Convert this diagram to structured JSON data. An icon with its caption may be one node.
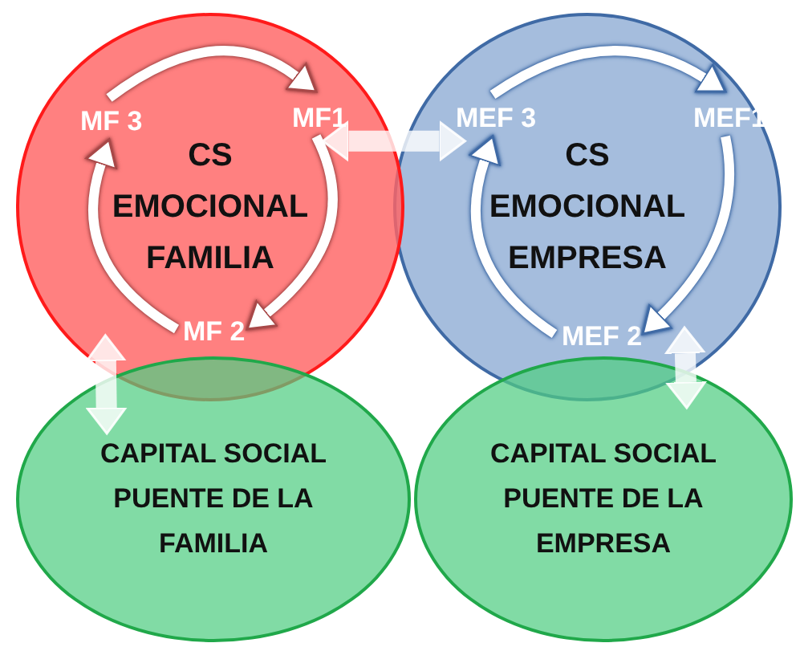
{
  "diagram": {
    "nodes": [
      {
        "text": [
          "CS EMOCIONAL FAMILIA"
        ]
      },
      {
        "text": [
          "MF 3"
        ],
        "in": 0
      },
      {
        "text": [
          "MF1"
        ],
        "in": 0
      },
      {
        "text": [
          "MF 2"
        ],
        "in": 0
      },
      {
        "text": [
          "CS EMOCIONAL EMPRESA"
        ]
      },
      {
        "text": [
          "MEF 3"
        ],
        "in": 4
      },
      {
        "text": [
          "MEF1"
        ],
        "in": 4
      },
      {
        "text": [
          "MEF 2"
        ],
        "in": 4
      },
      {
        "text": [
          "CAPITAL SOCIAL PUENTE DE LA FAMILIA"
        ]
      },
      {
        "text": [
          "CAPITAL SOCIAL PUENTE DE LA EMPRESA"
        ]
      }
    ],
    "edges": [
      {
        "from": 1,
        "to": 2,
        "arrow": "to"
      },
      {
        "from": 2,
        "to": 3,
        "arrow": "to"
      },
      {
        "from": 3,
        "to": 1,
        "arrow": "to"
      },
      {
        "from": 5,
        "to": 6,
        "arrow": "to"
      },
      {
        "from": 6,
        "to": 7,
        "arrow": "to"
      },
      {
        "from": 7,
        "to": 5,
        "arrow": "to"
      },
      {
        "from": 0,
        "to": 4,
        "arrow": "both",
        "style": "thick"
      },
      {
        "from": 0,
        "to": 8,
        "arrow": "both",
        "style": "thick"
      },
      {
        "from": 4,
        "to": 9,
        "arrow": "both",
        "style": "thick"
      }
    ]
  }
}
